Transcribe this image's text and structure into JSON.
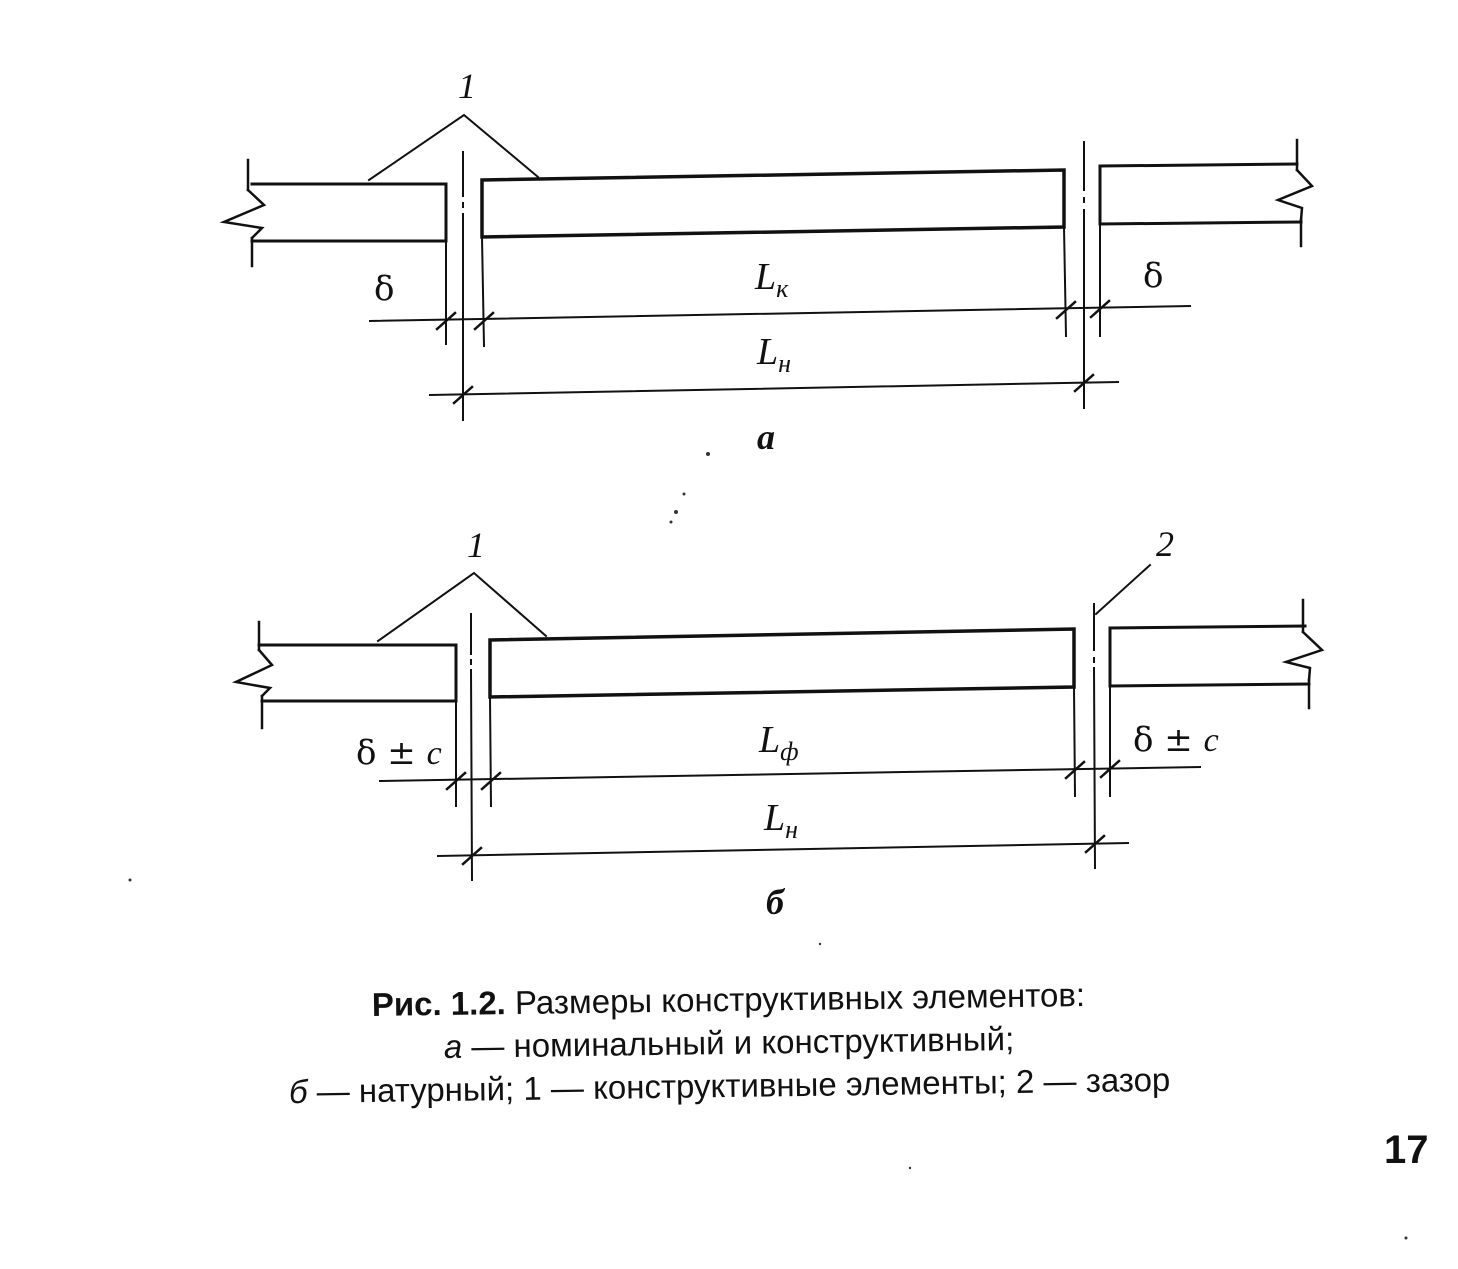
{
  "diagram_a": {
    "callout": "1",
    "delta_left": "δ",
    "delta_right": "δ",
    "dim_inner_main": "L",
    "dim_inner_sub": "к",
    "dim_outer_main": "L",
    "dim_outer_sub": "н",
    "sublabel": "а"
  },
  "diagram_b": {
    "callout_1": "1",
    "callout_2": "2",
    "delta_left_symbol": "δ ± ",
    "delta_left_var": "c",
    "delta_right_symbol": "δ ± ",
    "delta_right_var": "c",
    "dim_inner_main": "L",
    "dim_inner_sub": "ф",
    "dim_outer_main": "L",
    "dim_outer_sub": "н",
    "sublabel": "б"
  },
  "caption": {
    "fig_label": "Рис. 1.2.",
    "title": " Размеры конструктивных элементов:",
    "line2_letter": "а",
    "line2_text": " — номинальный и конструктивный;",
    "line3_letter": "б",
    "line3_text": " — натурный; 1 — конструктивные элементы; 2 — зазор"
  },
  "page_number": "17"
}
